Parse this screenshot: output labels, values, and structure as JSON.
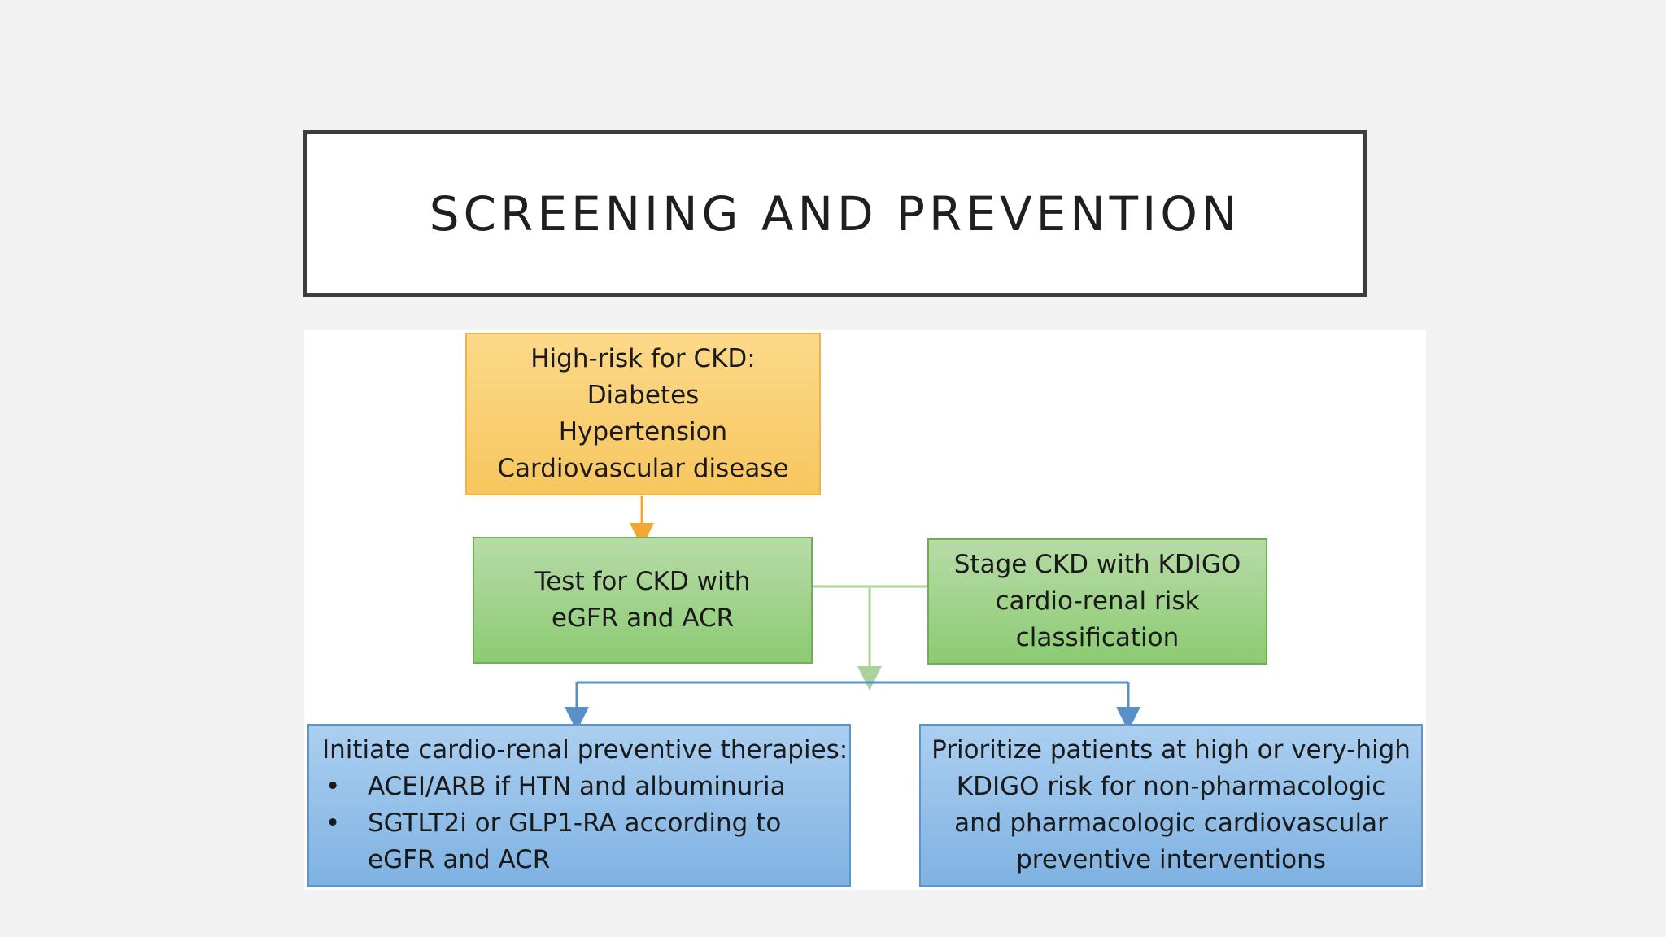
{
  "slide": {
    "title": "SCREENING AND PREVENTION"
  },
  "diagram": {
    "high_risk": {
      "lines": [
        "High-risk for CKD:",
        "Diabetes",
        "Hypertension",
        "Cardiovascular disease"
      ]
    },
    "test": {
      "lines": [
        "Test for CKD with",
        "eGFR and ACR"
      ]
    },
    "stage": {
      "lines": [
        "Stage CKD with KDIGO",
        "cardio-renal risk",
        "classification"
      ]
    },
    "initiate": {
      "heading": "Initiate cardio-renal preventive therapies:",
      "bullet_symbol": "•",
      "bullet1": "ACEI/ARB if HTN and albuminuria",
      "bullet2": "SGTLT2i or GLP1-RA according to",
      "bullet2_cont": "eGFR and ACR"
    },
    "prioritize": {
      "lines": [
        "Prioritize patients at high or very-high",
        "KDIGO risk for non-pharmacologic",
        "and pharmacologic cardiovascular",
        "preventive interventions"
      ]
    },
    "colors": {
      "yellow": "#f7c65e",
      "green": "#8ccb73",
      "blue": "#7fb2e2",
      "arrow_orange": "#f0a830",
      "arrow_green": "#a9d39a",
      "arrow_blue": "#5b8fc7"
    }
  }
}
